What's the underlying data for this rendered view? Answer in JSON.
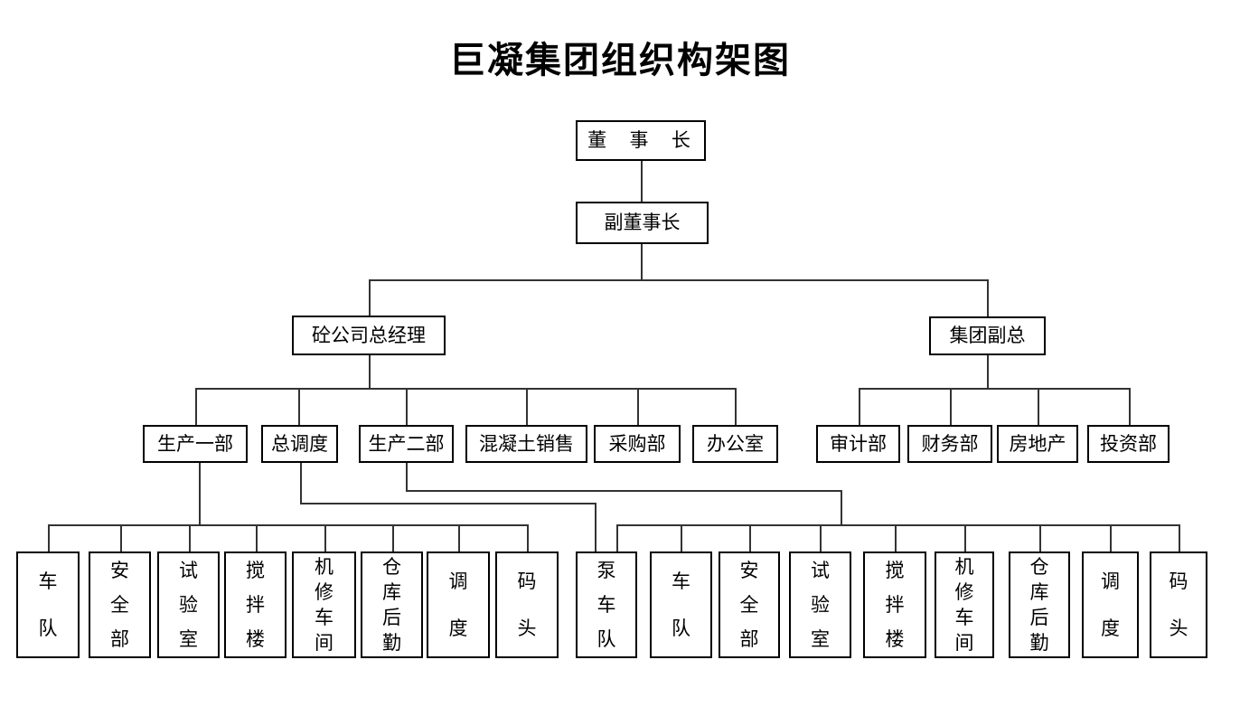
{
  "title": "巨凝集团组织构架图",
  "colors": {
    "background": "#ffffff",
    "box_border": "#000000",
    "connector": "#333333",
    "text": "#000000"
  },
  "nodes": {
    "chairman": "董  事  长",
    "vice_chairman": "副董事长",
    "concrete_gm": "砼公司总经理",
    "group_vp": "集团副总",
    "gm_depts": [
      "生产一部",
      "总调度",
      "生产二部",
      "混凝土销售",
      "采购部",
      "办公室"
    ],
    "vp_depts": [
      "审计部",
      "财务部",
      "房地产",
      "投资部"
    ],
    "prod1_units": [
      "车队",
      "安全部",
      "试验室",
      "搅拌楼",
      "机修车间",
      "仓库后勤",
      "调度",
      "码头"
    ],
    "pump_fleet": "泵车队",
    "prod2_units": [
      "车队",
      "安全部",
      "试验室",
      "搅拌楼",
      "机修车间",
      "仓库后勤",
      "调度",
      "码头"
    ]
  },
  "edges": [
    "董事长 → 副董事长",
    "副董事长 → 砼公司总经理 / 集团副总",
    "砼公司总经理 → 生产一部 / 总调度 / 生产二部 / 混凝土销售 / 采购部 / 办公室",
    "集团副总 → 审计部 / 财务部 / 房地产 / 投资部",
    "生产一部 → 车队 / 安全部 / 试验室 / 搅拌楼 / 机修车间 / 仓库后勤 / 调度 / 码头",
    "总调度 → 泵车队",
    "生产二部 → 泵车队 / 车队 / 安全部 / 试验室 / 搅拌楼 / 机修车间 / 仓库后勤 / 调度 / 码头"
  ]
}
